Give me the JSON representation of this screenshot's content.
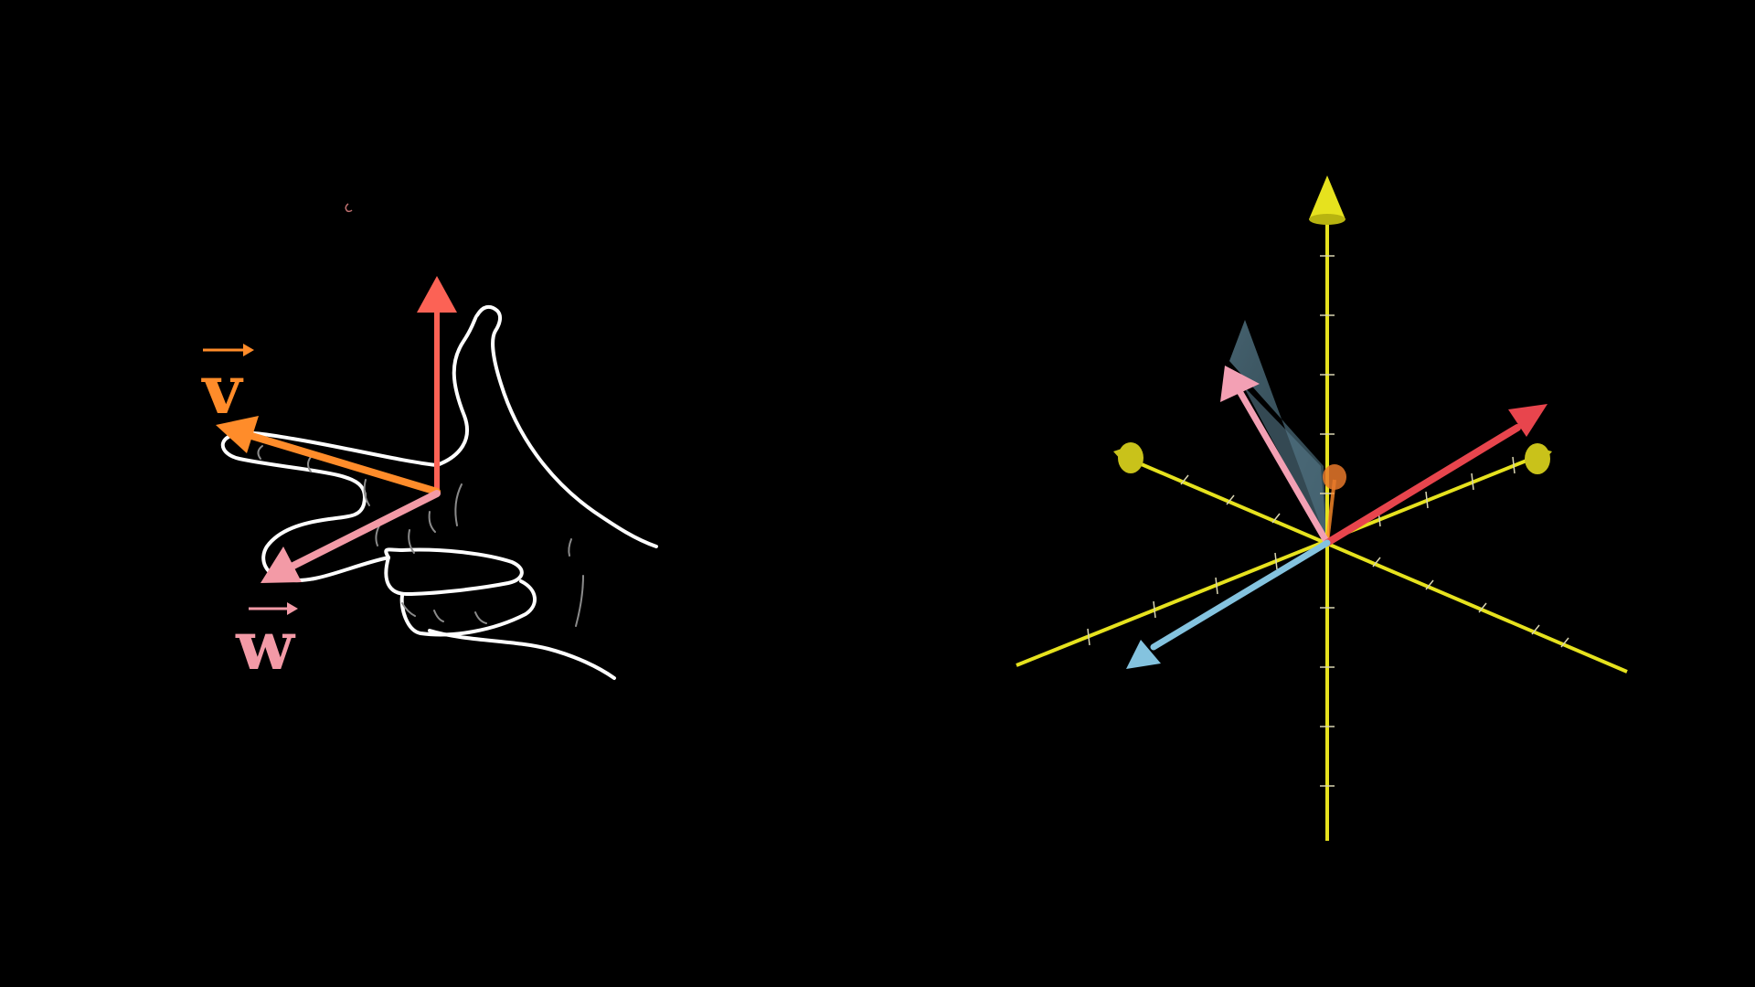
{
  "labels": {
    "v": "v",
    "w": "w"
  },
  "colors": {
    "background": "#000000",
    "hand_outline": "#ffffff",
    "hand_creases": "#9a9a9a",
    "v_vector": "#ff8c2a",
    "w_vector": "#f39aa6",
    "cross_product": "#fc6255",
    "axes": "#e6e21e",
    "plane": "#4f7080",
    "vector_v_3d": "#f3a0b4",
    "vector_w_3d": "#e8454d",
    "vector_blue": "#84c3df",
    "orange_marker": "#ff8c2a"
  },
  "icons": {
    "hand": "right-hand-rule-hand-outline",
    "axes": "3d-axes"
  }
}
